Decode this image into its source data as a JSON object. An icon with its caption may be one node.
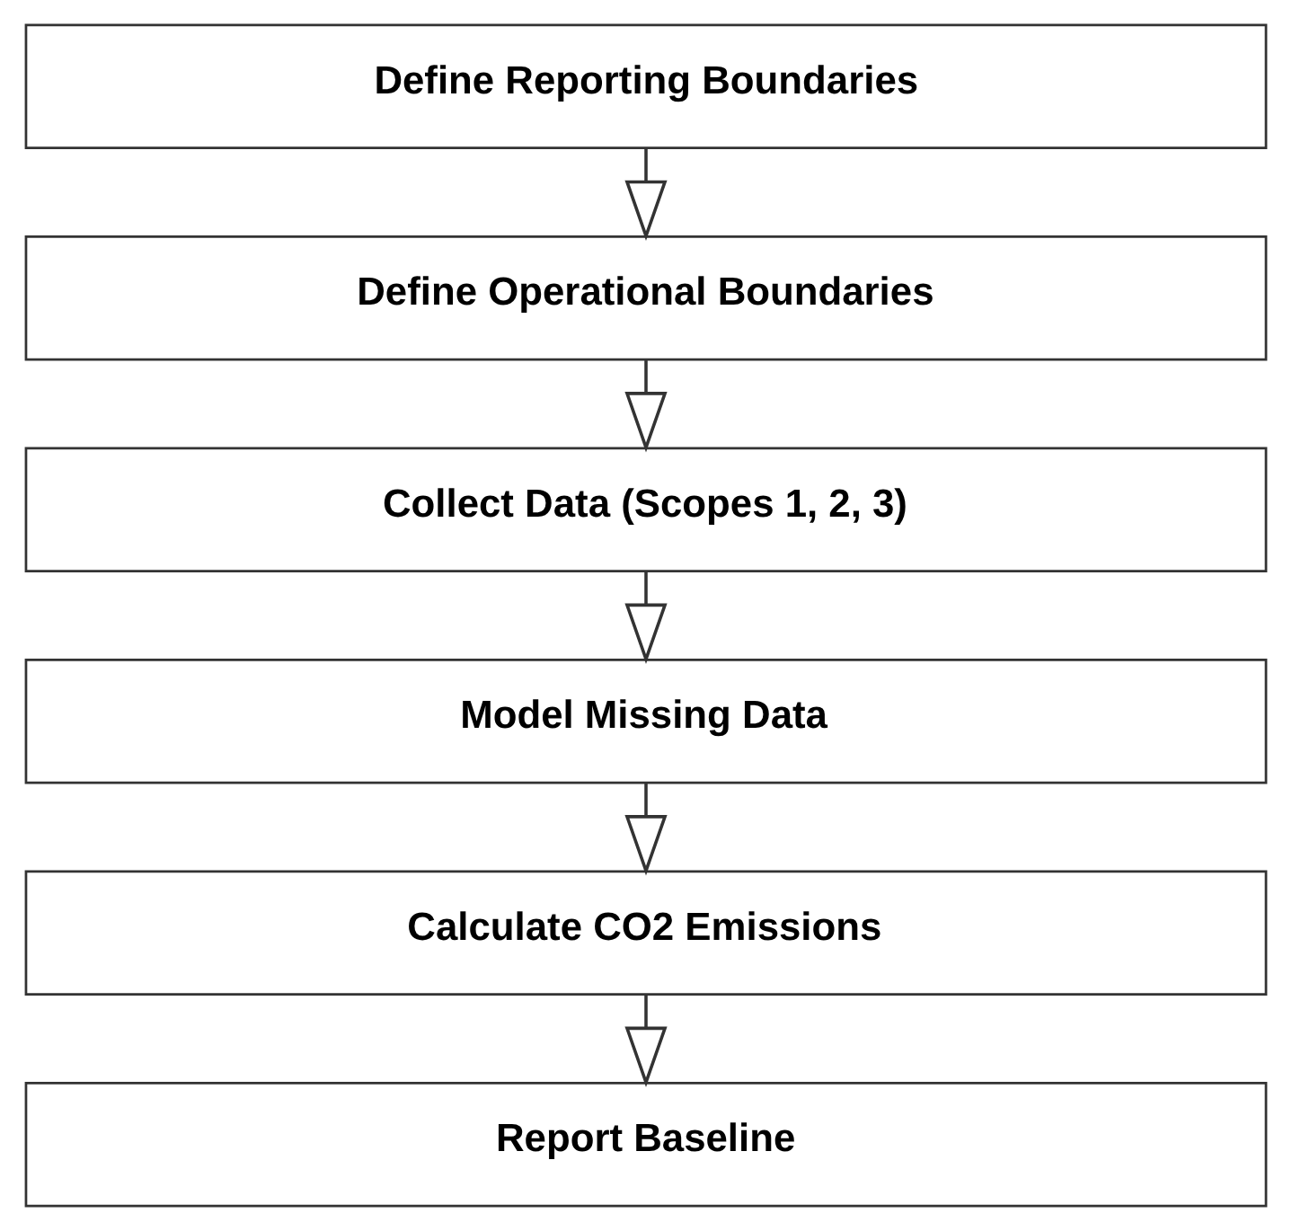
{
  "diagram": {
    "nodes": [
      {
        "text": [
          "Define Reporting Boundaries"
        ]
      },
      {
        "text": [
          "Define Operational Boundaries"
        ]
      },
      {
        "text": [
          "Collect Data (Scopes 1, 2, 3)"
        ]
      },
      {
        "text": [
          "Model Missing Data"
        ]
      },
      {
        "text": [
          "Calculate CO2 Emissions"
        ]
      },
      {
        "text": [
          "Report Baseline"
        ]
      }
    ],
    "edges": [
      {
        "from": 0,
        "to": 1,
        "arrow": "to"
      },
      {
        "from": 1,
        "to": 2,
        "arrow": "to"
      },
      {
        "from": 2,
        "to": 3,
        "arrow": "to"
      },
      {
        "from": 3,
        "to": 4,
        "arrow": "to"
      },
      {
        "from": 4,
        "to": 5,
        "arrow": "to"
      }
    ]
  }
}
